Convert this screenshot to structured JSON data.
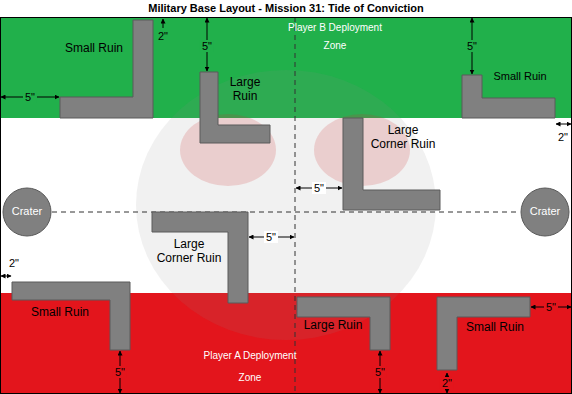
{
  "diagram": {
    "title": "Military Base Layout - Mission 31: Tide of Conviction",
    "nodes": [
      {
        "text": [
          "Player B Deployment Zone"
        ]
      },
      {
        "text": [
          "Small Ruin"
        ],
        "in": 0
      },
      {
        "text": [
          "Large Ruin"
        ]
      },
      {
        "text": [
          "Small Ruin"
        ],
        "in": 0
      },
      {
        "text": [
          "Large Corner Ruin"
        ]
      },
      {
        "text": [
          "Crater"
        ]
      },
      {
        "text": [
          "Crater"
        ]
      },
      {
        "text": [
          "Large Corner Ruin"
        ]
      },
      {
        "text": [
          "Small Ruin"
        ]
      },
      {
        "text": [
          "Player A Deployment Zone"
        ]
      },
      {
        "text": [
          "Large Ruin"
        ],
        "in": 9
      },
      {
        "text": [
          "Small Ruin"
        ],
        "in": 9
      }
    ],
    "labels": [
      "2\"",
      "5\"",
      "5\"",
      "5\"",
      "2\"",
      "5\"",
      "5\"",
      "2\"",
      "5\"",
      "5\"",
      "2\"",
      "5\""
    ]
  }
}
